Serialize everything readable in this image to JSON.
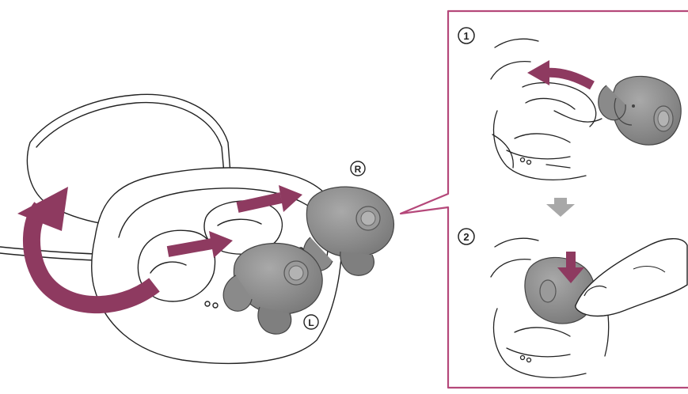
{
  "labels": {
    "right_earbud": "R",
    "left_earbud": "L",
    "step_1": "1",
    "step_2": "2"
  },
  "colors": {
    "arrow": "#8e3a60",
    "callout_border": "#b5487a",
    "line": "#222222",
    "earbud": "#8f8f8f",
    "earbud_dark": "#6c6c6c",
    "step_arrow": "#a8a8a8"
  },
  "icons": [
    "charging-case",
    "earbud-right",
    "earbud-left",
    "curved-arrow",
    "insert-arrow",
    "step-arrow",
    "finger"
  ]
}
